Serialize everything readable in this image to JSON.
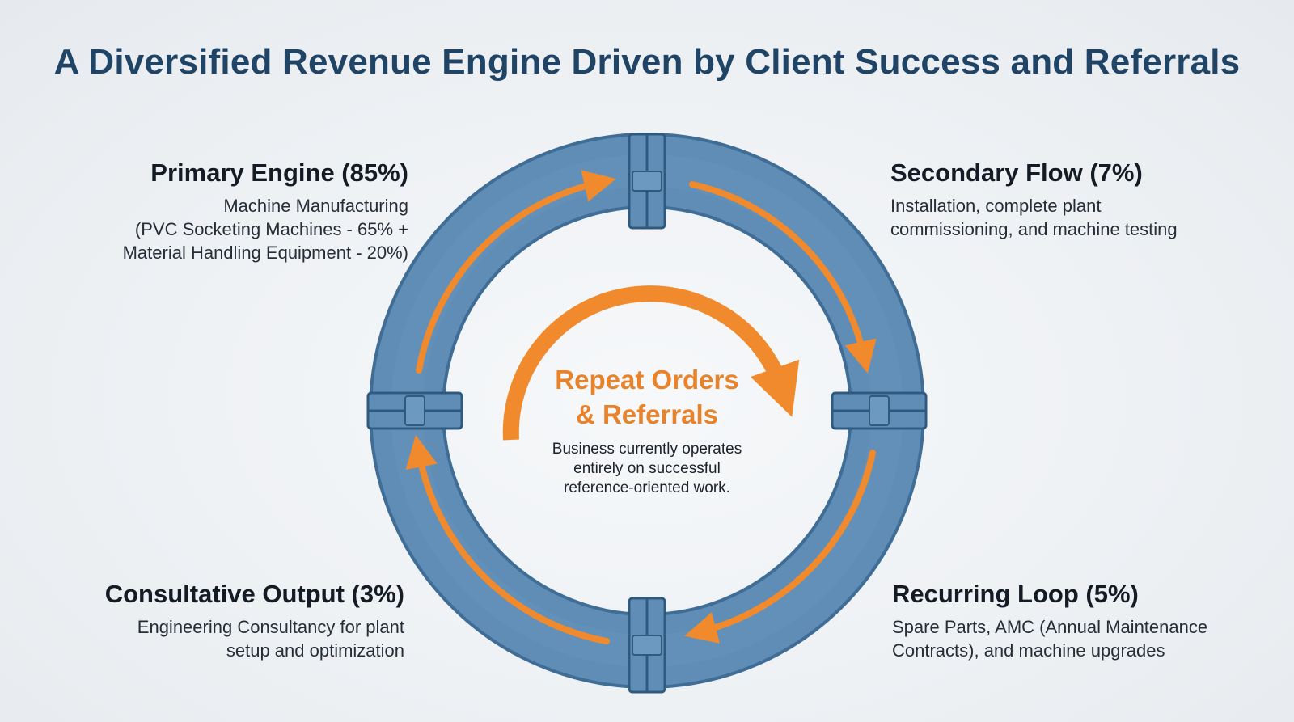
{
  "title": "A Diversified Revenue Engine Driven by Client Success and Referrals",
  "center": {
    "title_lines": [
      "Repeat Orders",
      "& Referrals"
    ],
    "desc_lines": [
      "Business currently operates",
      "entirely on successful",
      "reference-oriented work."
    ]
  },
  "segments": {
    "primary": {
      "heading": "Primary Engine (85%)",
      "desc_lines": [
        "Machine Manufacturing",
        "(PVC Socketing Machines - 65% +",
        "Material Handling Equipment - 20%)"
      ]
    },
    "secondary": {
      "heading": "Secondary Flow (7%)",
      "desc_lines": [
        "Installation, complete plant",
        "commissioning, and machine testing"
      ]
    },
    "consultative": {
      "heading": "Consultative Output (3%)",
      "desc_lines": [
        "Engineering Consultancy for plant",
        "setup and optimization"
      ]
    },
    "recurring": {
      "heading": "Recurring Loop (5%)",
      "desc_lines": [
        "Spare Parts, AMC (Annual Maintenance",
        "Contracts), and machine upgrades"
      ]
    }
  },
  "colors": {
    "pipe": "#5f8db5",
    "pipe_edge": "#3f6d95",
    "accent": "#f08a2c",
    "title": "#1f4466"
  },
  "icons": [
    "pipe-ring",
    "pipe-flange",
    "flow-arrow",
    "cycle-arrow"
  ]
}
